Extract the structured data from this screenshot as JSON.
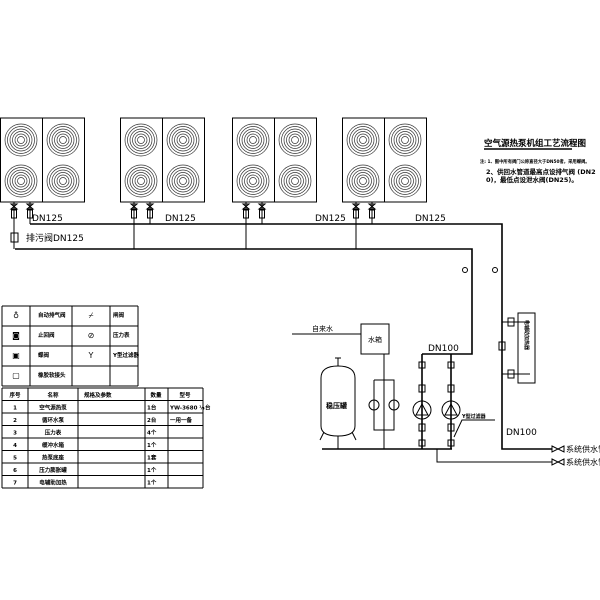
{
  "title": "空气源热泵机组工艺流程图",
  "notes": [
    "注: 1、图中所有阀门公称直径大于DN50者，采用蝶阀。",
    "2、供回水管道最高点设排气阀 (DN20)，最低点设泄水阀(DN25)。"
  ],
  "pipe_labels": {
    "dn125_1": "DN125",
    "dn125_2": "DN125",
    "dn125_3": "DN125",
    "dn125_4": "DN125",
    "drain_dn125": "排污阀DN125",
    "dn100_pump": "DN100",
    "dn100_supply": "DN100",
    "tap_water": "自来水",
    "water_tank": "水箱",
    "pressure_tank": "稳压罐",
    "y_filter": "Y型过滤器",
    "heater_box": "电辅助加热器",
    "supply_1": "系统供水管",
    "supply_2": "系统供水管"
  },
  "legend": [
    {
      "symbol": "auto-air-vent-icon",
      "label": "自动排气阀"
    },
    {
      "symbol": "gate-valve-icon",
      "label": "闸阀"
    },
    {
      "symbol": "check-valve-icon",
      "label": "止回阀"
    },
    {
      "symbol": "pressure-gauge-icon",
      "label": "压力表"
    },
    {
      "symbol": "butterfly-valve-icon",
      "label": "蝶阀"
    },
    {
      "symbol": "y-strainer-icon",
      "label": "Y型过滤器"
    },
    {
      "symbol": "rubber-joint-icon",
      "label": "橡胶软接头"
    }
  ],
  "equipment_table": {
    "headers": [
      "序号",
      "名称",
      "规格及参数",
      "数量",
      "型号"
    ],
    "rows": [
      [
        "1",
        "空气源热泵",
        "",
        "1台",
        "YW-3680 ¼台"
      ],
      [
        "2",
        "循环水泵",
        "",
        "2台",
        "一用一备"
      ],
      [
        "3",
        "压力表",
        "",
        "4个",
        ""
      ],
      [
        "4",
        "缓冲水箱",
        "",
        "1个",
        ""
      ],
      [
        "5",
        "热泵底座",
        "",
        "1套",
        ""
      ],
      [
        "6",
        "压力膨胀罐",
        "",
        "1个",
        ""
      ],
      [
        "7",
        "电辅助加热",
        "",
        "1个",
        ""
      ]
    ]
  }
}
